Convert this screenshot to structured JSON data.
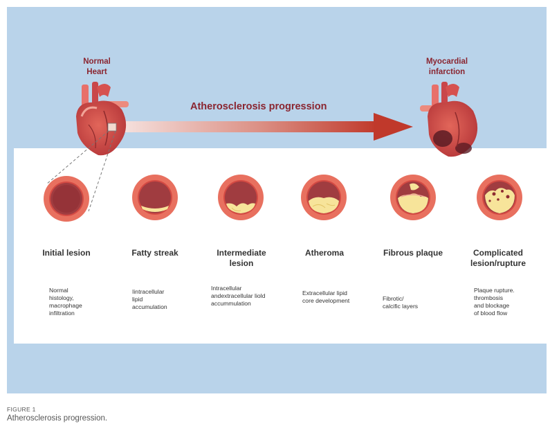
{
  "labels": {
    "normal_heart": [
      "Normal",
      "Heart"
    ],
    "mi": [
      "Myocardial",
      "infarction"
    ],
    "progression": "Atherosclerosis progression"
  },
  "stages": [
    {
      "title": [
        "Initial lesion"
      ],
      "desc": [
        "Normal",
        "histology,",
        "macrophage",
        "infiltration"
      ]
    },
    {
      "title": [
        "Fatty streak"
      ],
      "desc": [
        "Iintracellular",
        "lipid",
        "accumulation"
      ]
    },
    {
      "title": [
        "Intermediate",
        "lesion"
      ],
      "desc": [
        "Intracellular",
        "andextracellular liold",
        "accummulation"
      ]
    },
    {
      "title": [
        "Atheroma"
      ],
      "desc": [
        "Extracellular lipid",
        "core development"
      ]
    },
    {
      "title": [
        "Fibrous plaque"
      ],
      "desc": [
        "Fibrotic/",
        "calcific layers"
      ]
    },
    {
      "title": [
        "Complicated",
        "lesion/rupture"
      ],
      "desc": [
        "Plaque rupture.",
        "thrombosis",
        "and blockage",
        "of blood flow"
      ]
    }
  ],
  "caption": {
    "label": "FIGURE 1",
    "text": "Atherosclerosis progression."
  },
  "colors": {
    "background": "#b9d3ea",
    "vessel_wall": "#e8705f",
    "lumen": "#9e3a3f",
    "lipid": "#f7e49a",
    "arrow": "#c0392b",
    "label": "#8a2530"
  }
}
